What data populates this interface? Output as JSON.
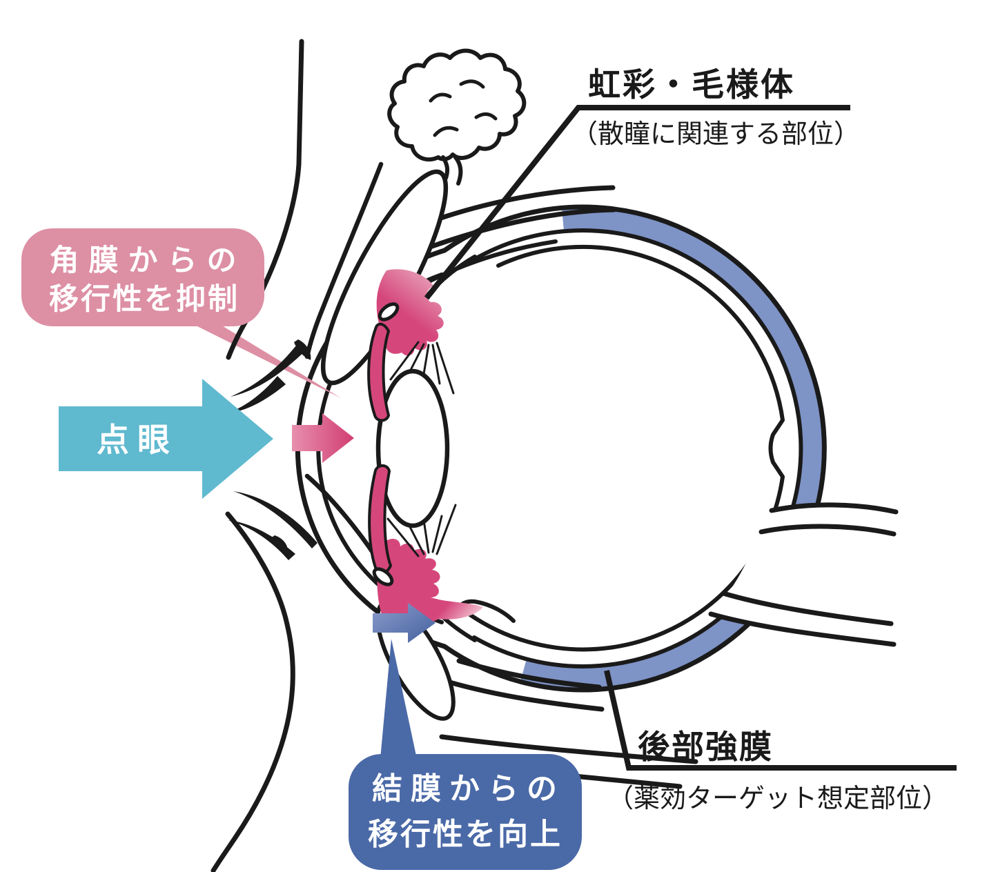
{
  "colors": {
    "ink": "#1a1a1a",
    "teal_arrow": "#5fb9cf",
    "pink_bubble": "#dd8fa4",
    "pink_deep": "#d5477b",
    "pink_grad_light": "#e9a6bd",
    "pink_arrow_light": "#e78fae",
    "pink_arrow_dark": "#d13e71",
    "ciliary_fade": "#f2c3d2",
    "blue_bubble": "#4a69a7",
    "sclera_band": "#7e93c6",
    "blue_arrow_light": "#8c9ccb",
    "blue_arrow_dark": "#44619f"
  },
  "labels": {
    "iris_ciliary": {
      "title": "虹彩・毛様体",
      "subtitle": "（散瞳に関連する部位）"
    },
    "posterior_sclera": {
      "title": "後部強膜",
      "subtitle": "（薬効ターゲット想定部位）"
    },
    "instillation_arrow": {
      "label": "点眼"
    },
    "cornea_bubble": {
      "line1": "角膜からの",
      "line2": "移行性を抑制"
    },
    "conjunctiva_bubble": {
      "line1": "結膜からの",
      "line2": "移行性を向上"
    }
  }
}
